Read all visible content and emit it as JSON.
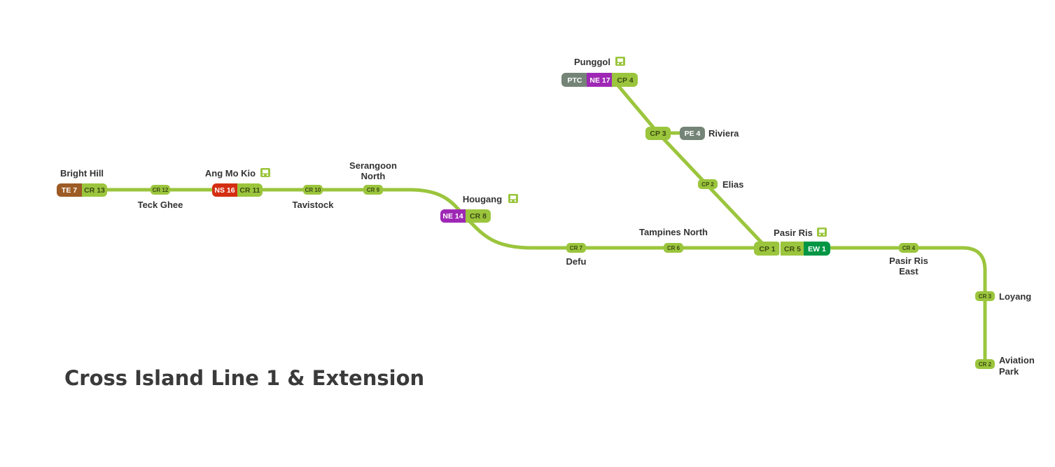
{
  "title": "Cross Island Line 1 & Extension",
  "colors": {
    "line": "#9bc53d",
    "cr": "#9bc53d",
    "te": "#9d5b25",
    "ns": "#d42e12",
    "ne": "#9e28b5",
    "ew": "#009645",
    "lrt": "#748477",
    "text": "#333333"
  },
  "stations": {
    "bright_hill": {
      "name": "Bright Hill",
      "codes": [
        "TE 7",
        "CR 13"
      ]
    },
    "teck_ghee": {
      "name": "Teck Ghee",
      "codes": [
        "CR 12"
      ]
    },
    "ang_mo_kio": {
      "name": "Ang Mo Kio",
      "codes": [
        "NS 16",
        "CR 11"
      ]
    },
    "tavistock": {
      "name": "Tavistock",
      "codes": [
        "CR 10"
      ]
    },
    "serangoon_north": {
      "name_l1": "Serangoon",
      "name_l2": "North",
      "codes": [
        "CR 9"
      ]
    },
    "hougang": {
      "name": "Hougang",
      "codes": [
        "NE 14",
        "CR 8"
      ]
    },
    "defu": {
      "name": "Defu",
      "codes": [
        "CR 7"
      ]
    },
    "tampines_north": {
      "name": "Tampines North",
      "codes": [
        "CR 6"
      ]
    },
    "pasir_ris": {
      "name": "Pasir Ris",
      "codes": [
        "CP 1",
        "CR 5",
        "EW 1"
      ]
    },
    "pasir_ris_east": {
      "name_l1": "Pasir Ris",
      "name_l2": "East",
      "codes": [
        "CR 4"
      ]
    },
    "loyang": {
      "name": "Loyang",
      "codes": [
        "CR 3"
      ]
    },
    "aviation_park": {
      "name_l1": "Aviation",
      "name_l2": "Park",
      "codes": [
        "CR 2"
      ]
    },
    "elias": {
      "name": "Elias",
      "codes": [
        "CP 2"
      ]
    },
    "riviera": {
      "name": "Riviera",
      "codes": [
        "CP 3",
        "PE 4"
      ]
    },
    "punggol": {
      "name": "Punggol",
      "codes": [
        "PTC",
        "NE 17",
        "CP 4"
      ]
    }
  },
  "bus_interchange_icon": "bus-interchange-icon"
}
